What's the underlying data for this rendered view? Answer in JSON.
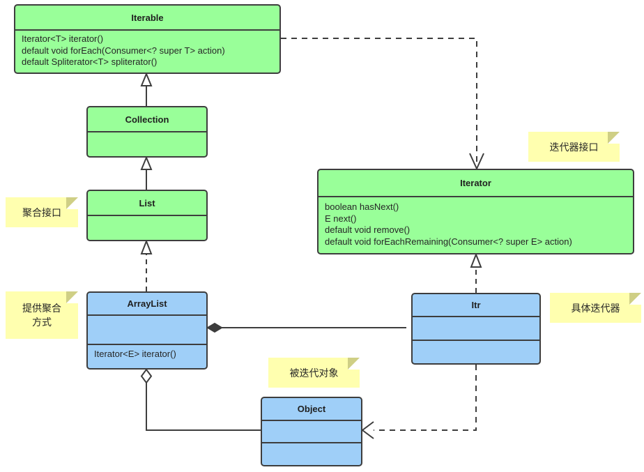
{
  "diagram": {
    "title": "Java Iterator Pattern UML Class Diagram",
    "colors": {
      "interface_fill": "#99ff99",
      "class_fill": "#9fcff8",
      "note_fill": "#ffffaf",
      "stroke": "#3d3d3d",
      "background": "#ffffff"
    }
  },
  "classes": {
    "iterable": {
      "name": "Iterable",
      "stereotype": "interface",
      "members": [
        "Iterator<T> iterator()",
        "default void forEach(Consumer<? super T> action)",
        "default Spliterator<T> spliterator()"
      ],
      "members_text": "Iterator<T> iterator()\ndefault void forEach(Consumer<? super T> action)\ndefault Spliterator<T> spliterator()"
    },
    "collection": {
      "name": "Collection",
      "stereotype": "interface",
      "members": [],
      "members_text": ""
    },
    "list": {
      "name": "List",
      "stereotype": "interface",
      "members": [],
      "members_text": ""
    },
    "arraylist": {
      "name": "ArrayList",
      "stereotype": "class",
      "attributes_text": "",
      "members": [
        "Iterator<E> iterator()"
      ],
      "members_text": "Iterator<E> iterator()"
    },
    "iterator": {
      "name": "Iterator",
      "stereotype": "interface",
      "members": [
        "boolean hasNext()",
        "E next()",
        "default void remove()",
        "default void forEachRemaining(Consumer<? super E> action)"
      ],
      "members_text": "boolean hasNext()\nE next()\ndefault void remove()\ndefault void forEachRemaining(Consumer<? super E> action)"
    },
    "itr": {
      "name": "Itr",
      "stereotype": "class",
      "attributes_text": "",
      "members": [],
      "members_text": ""
    },
    "object": {
      "name": "Object",
      "stereotype": "class",
      "attributes_text": "",
      "members": [],
      "members_text": ""
    }
  },
  "notes": {
    "aggregate_interface": "聚合接口",
    "provide_aggregate_way": "提供聚合\n方式",
    "iterator_interface": "迭代器接口",
    "concrete_iterator": "具体迭代器",
    "iterated_object": "被迭代对象"
  },
  "relations": [
    {
      "id": "collection-extends-iterable",
      "from": "Collection",
      "to": "Iterable",
      "type": "generalization",
      "line": "solid",
      "arrow": "hollow-triangle"
    },
    {
      "id": "list-extends-collection",
      "from": "List",
      "to": "Collection",
      "type": "generalization",
      "line": "solid",
      "arrow": "hollow-triangle"
    },
    {
      "id": "arraylist-implements-list",
      "from": "ArrayList",
      "to": "List",
      "type": "realization",
      "line": "dashed",
      "arrow": "hollow-triangle"
    },
    {
      "id": "iterable-depends-iterator",
      "from": "Iterable",
      "to": "Iterator",
      "type": "dependency",
      "line": "dashed",
      "arrow": "open"
    },
    {
      "id": "itr-implements-iterator",
      "from": "Itr",
      "to": "Iterator",
      "type": "realization",
      "line": "dashed",
      "arrow": "hollow-triangle"
    },
    {
      "id": "arraylist-composes-itr",
      "from": "ArrayList",
      "to": "Itr",
      "type": "composition",
      "line": "solid",
      "arrow": "filled-diamond"
    },
    {
      "id": "arraylist-aggregates-object",
      "from": "ArrayList",
      "to": "Object",
      "type": "aggregation",
      "line": "solid",
      "arrow": "hollow-diamond"
    },
    {
      "id": "itr-depends-object",
      "from": "Itr",
      "to": "Object",
      "type": "dependency",
      "line": "dashed",
      "arrow": "open"
    }
  ]
}
